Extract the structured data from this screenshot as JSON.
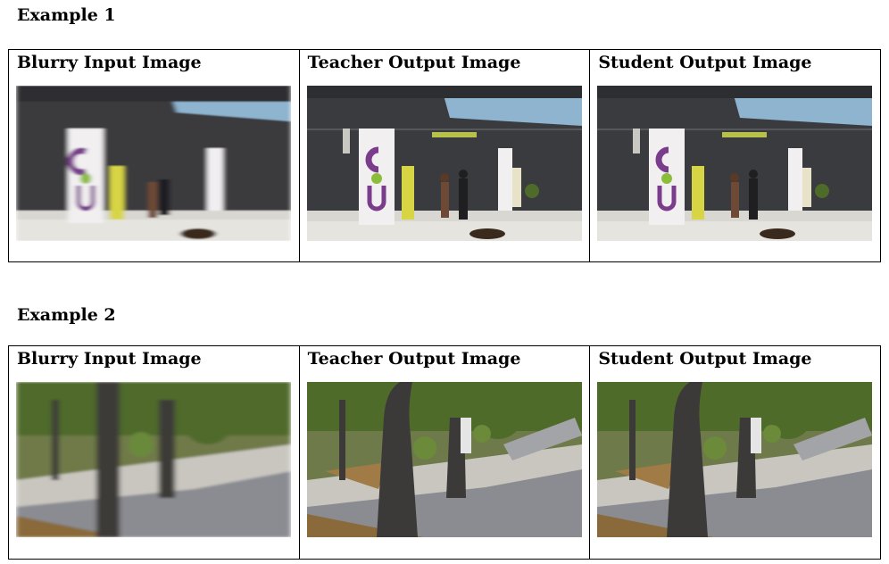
{
  "examples": [
    {
      "title": "Example 1",
      "columns": [
        {
          "label": "Blurry Input Image",
          "blurry": true
        },
        {
          "label": "Teacher Output Image",
          "blurry": false
        },
        {
          "label": "Student Output Image",
          "blurry": false
        }
      ],
      "scene": "building-facade-with-banners"
    },
    {
      "title": "Example 2",
      "columns": [
        {
          "label": "Blurry Input Image",
          "blurry": true
        },
        {
          "label": "Teacher Output Image",
          "blurry": false
        },
        {
          "label": "Student Output Image",
          "blurry": false
        }
      ],
      "scene": "park-path-with-trees"
    }
  ],
  "colors": {
    "building_dark": "#3a3b3e",
    "glass": "#8fb4cf",
    "pavement": "#d9d7d2",
    "banner_white": "#f1eff0",
    "banner_purple": "#7a3d8c",
    "banner_green": "#8bbd3a",
    "banner_yellow": "#d8d544",
    "foliage": "#4f6b2a",
    "trunk": "#3c3a38",
    "path_gray": "#8a8c92",
    "ground_brown": "#8a6a3a"
  }
}
